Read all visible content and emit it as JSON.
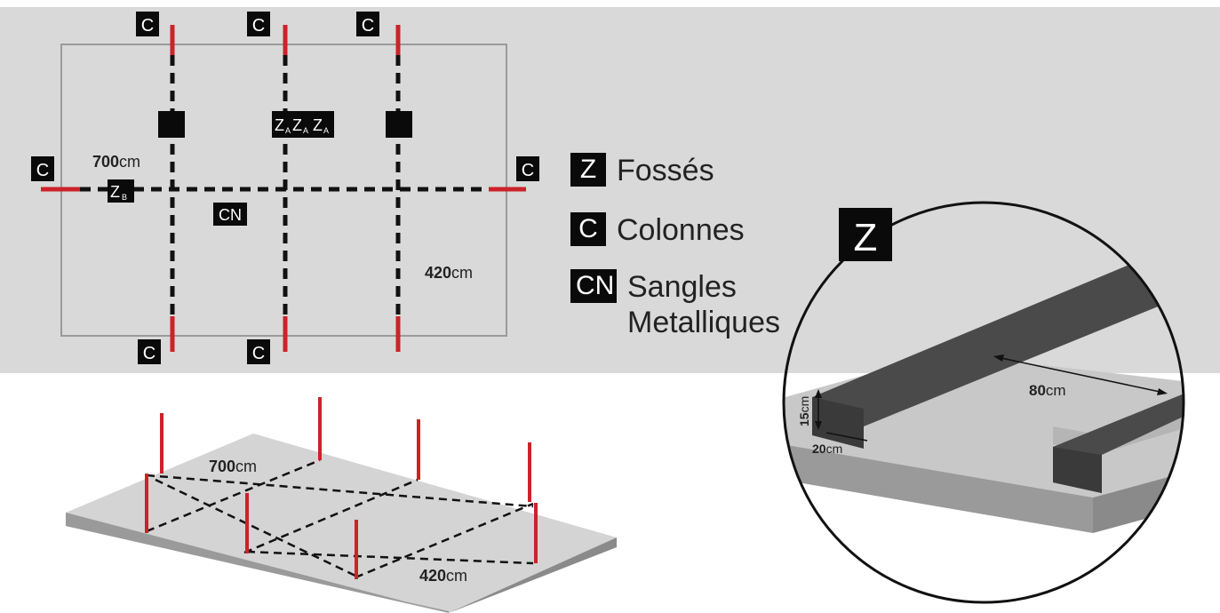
{
  "plan": {
    "column_badge": "C",
    "width_value": "700",
    "depth_value": "420",
    "unit": "cm",
    "zb_main": "Z",
    "zb_sub": "B",
    "za_main": "Z",
    "za_sub": "A",
    "cn_badge": "CN"
  },
  "legend": {
    "items": [
      {
        "badge": "Z",
        "label": "Fossés"
      },
      {
        "badge": "C",
        "label": "Colonnes"
      },
      {
        "badge": "CN",
        "label": "Sangles\nMetalliques"
      }
    ]
  },
  "iso": {
    "width_value": "700",
    "depth_value": "420",
    "unit": "cm"
  },
  "detail": {
    "badge": "Z",
    "spacing_value": "80",
    "height_value": "15",
    "trench_width_value": "20",
    "unit": "cm"
  },
  "colors": {
    "background_band": "#d9d9d9",
    "column_red": "#cc2229",
    "badge_black": "#0a0a0a",
    "slab_top": "#d4d4d4",
    "slab_edge": "#9a9a9a",
    "beam_dark": "#4a4a4a"
  }
}
